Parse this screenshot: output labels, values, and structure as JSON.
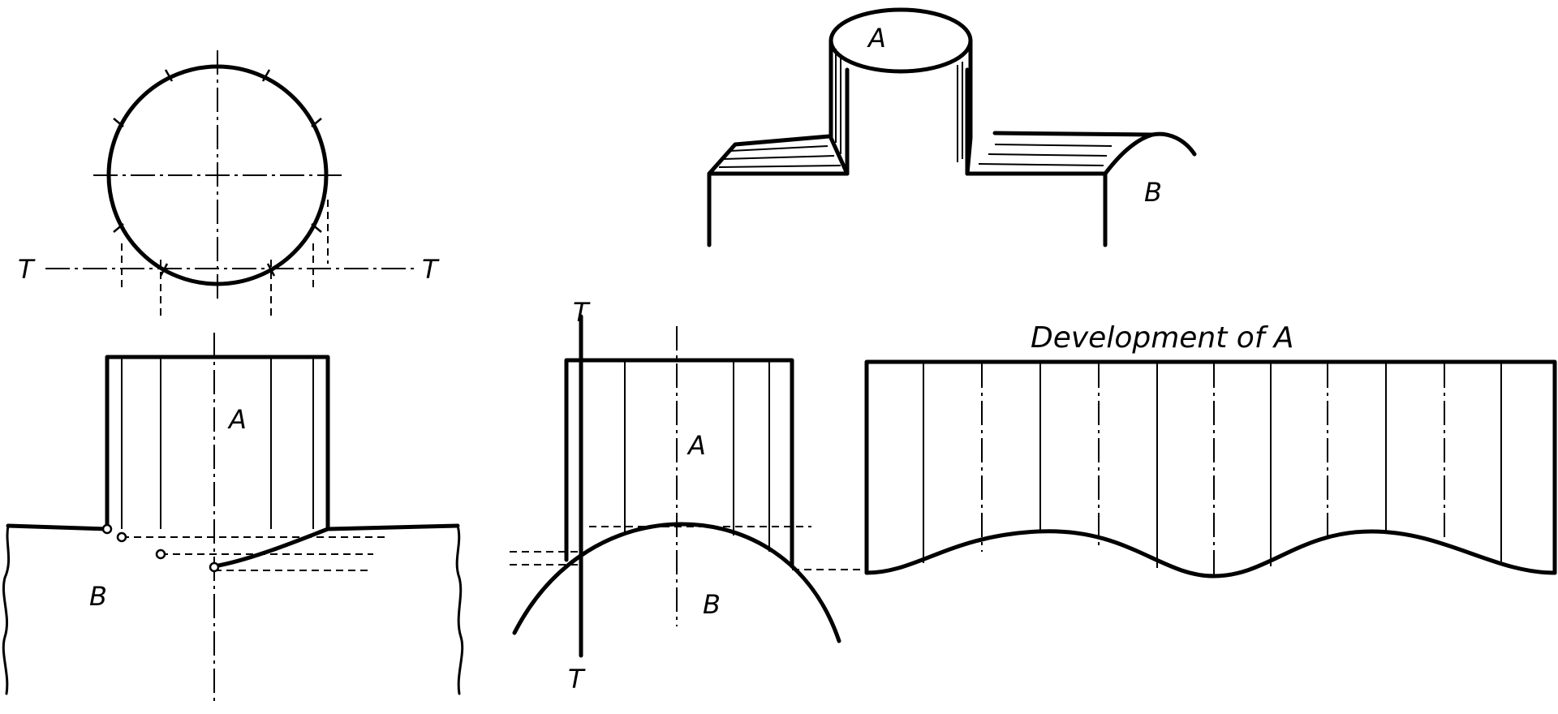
{
  "figure": {
    "labels": {
      "plan_T_left": "T",
      "plan_T_right": "T",
      "elevation_A": "A",
      "elevation_B": "B",
      "iso_A": "A",
      "iso_B": "B",
      "side_T_top": "T",
      "side_T_bottom": "T",
      "side_A": "A",
      "side_B": "B",
      "development_title": "Development of A"
    }
  }
}
